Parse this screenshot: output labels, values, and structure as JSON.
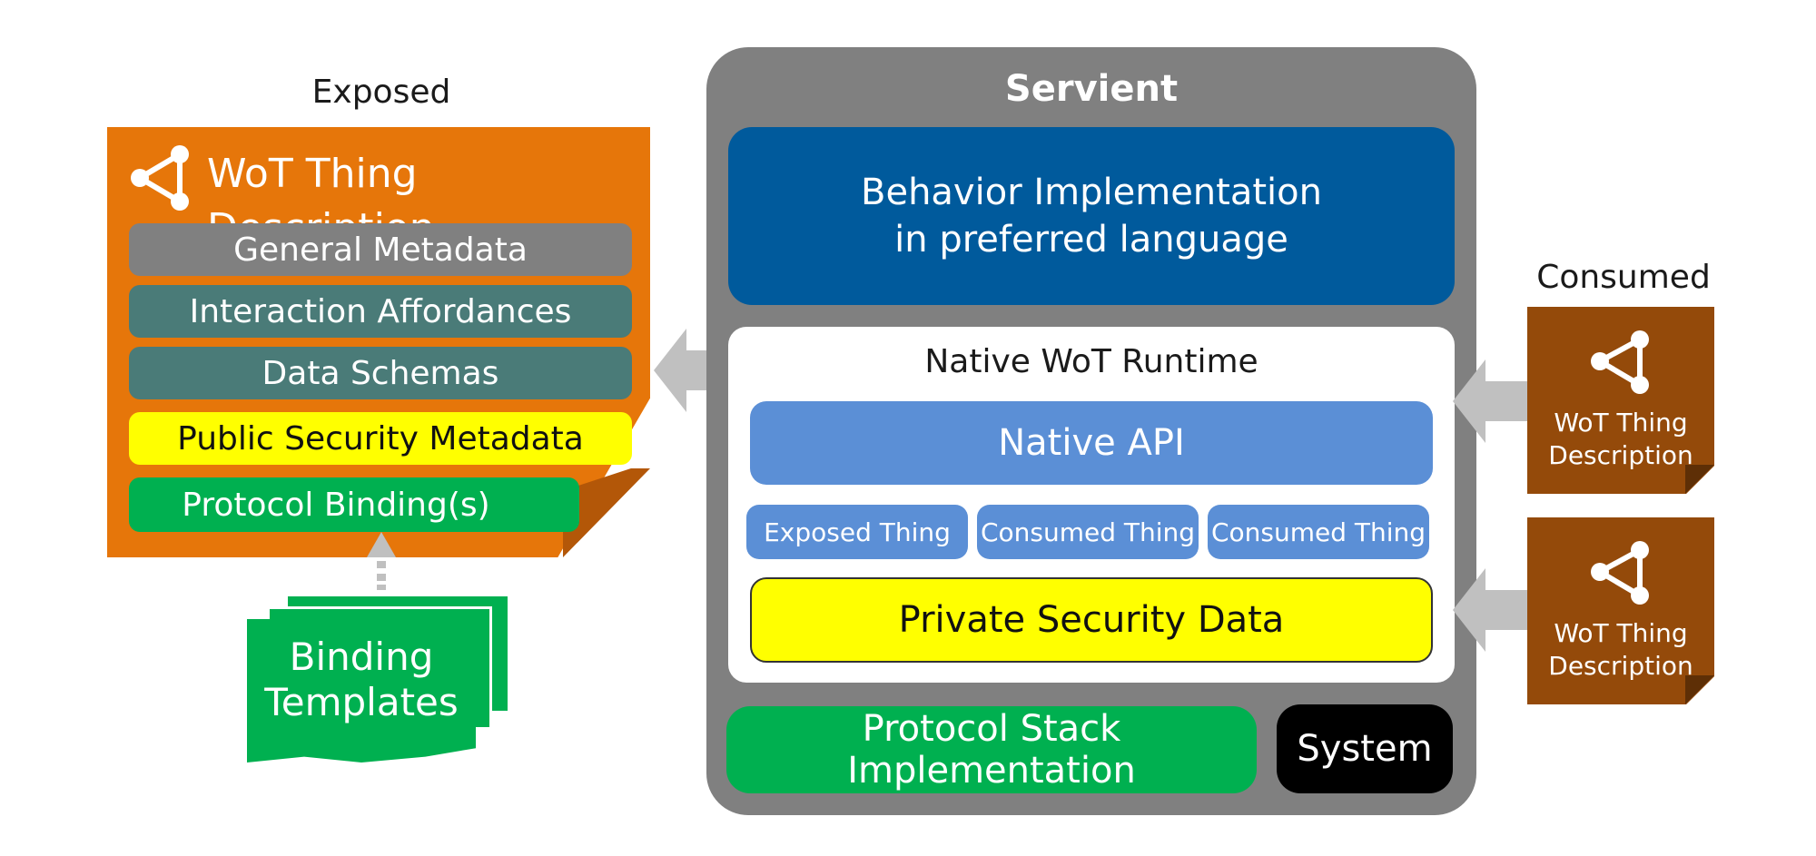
{
  "exposed": {
    "label": "Exposed",
    "title": "WoT Thing Description",
    "icon": "share-icon",
    "bands": [
      {
        "label": "General Metadata",
        "color": "#808080"
      },
      {
        "label": "Interaction Affordances",
        "color": "#4a7b78"
      },
      {
        "label": "Data Schemas",
        "color": "#4a7b78"
      },
      {
        "label": "Public Security Metadata",
        "color": "#ffff00"
      },
      {
        "label": "Protocol Binding(s)",
        "color": "#00b050"
      }
    ]
  },
  "binding_templates": {
    "line1": "Binding",
    "line2": "Templates"
  },
  "servient": {
    "title": "Servient",
    "behavior": {
      "line1": "Behavior Implementation",
      "line2": "in preferred language"
    },
    "runtime": {
      "title": "Native WoT Runtime",
      "native_api": "Native API",
      "things": [
        "Exposed Thing",
        "Consumed Thing",
        "Consumed Thing"
      ],
      "private_security": "Private Security Data"
    },
    "protocol_stack": "Protocol Stack Implementation",
    "system": "System"
  },
  "consumed": {
    "label": "Consumed",
    "docs": [
      {
        "line1": "WoT Thing",
        "line2": "Description",
        "icon": "share-icon"
      },
      {
        "line1": "WoT Thing",
        "line2": "Description",
        "icon": "share-icon"
      }
    ]
  },
  "colors": {
    "orange": "#e6760a",
    "brown": "#944a0a",
    "blue_dark": "#005a9c",
    "blue_light": "#5b8fd6",
    "green": "#00b050",
    "yellow": "#ffff00",
    "gray": "#808080"
  }
}
